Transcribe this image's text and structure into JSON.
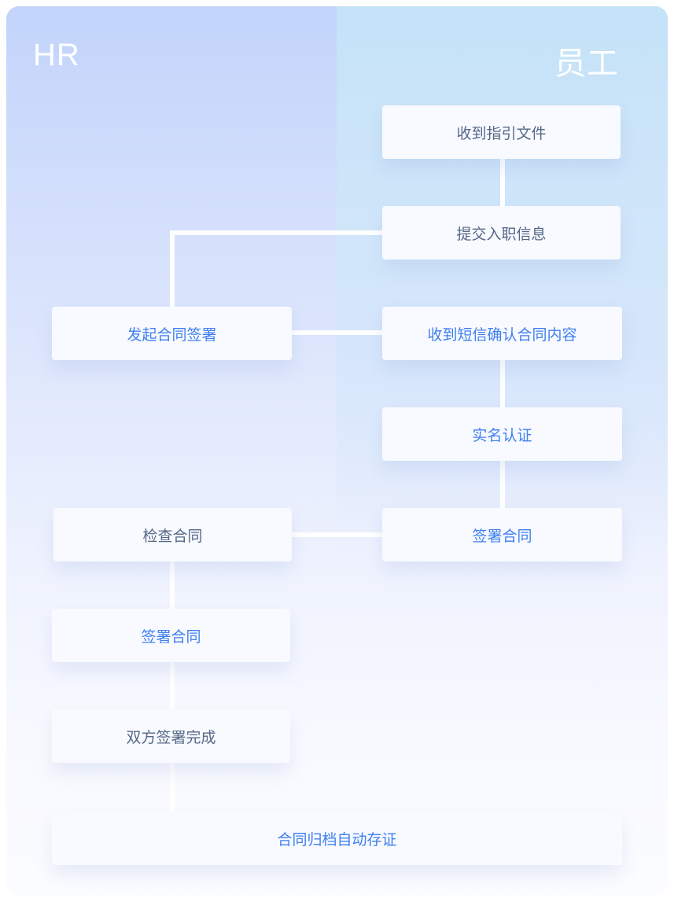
{
  "lanes": {
    "hr": "HR",
    "employee": "员工"
  },
  "nodes": {
    "receive_guide": "收到指引文件",
    "submit_info": "提交入职信息",
    "initiate_signing": "发起合同签署",
    "sms_confirm": "收到短信确认合同内容",
    "real_name_auth": "实名认证",
    "employee_sign": "签署合同",
    "check_contract": "检查合同",
    "hr_sign": "签署合同",
    "both_signed": "双方签署完成",
    "archive": "合同归档自动存证"
  },
  "colors": {
    "highlight_text": "#3f7ff0",
    "normal_text": "#566887"
  }
}
